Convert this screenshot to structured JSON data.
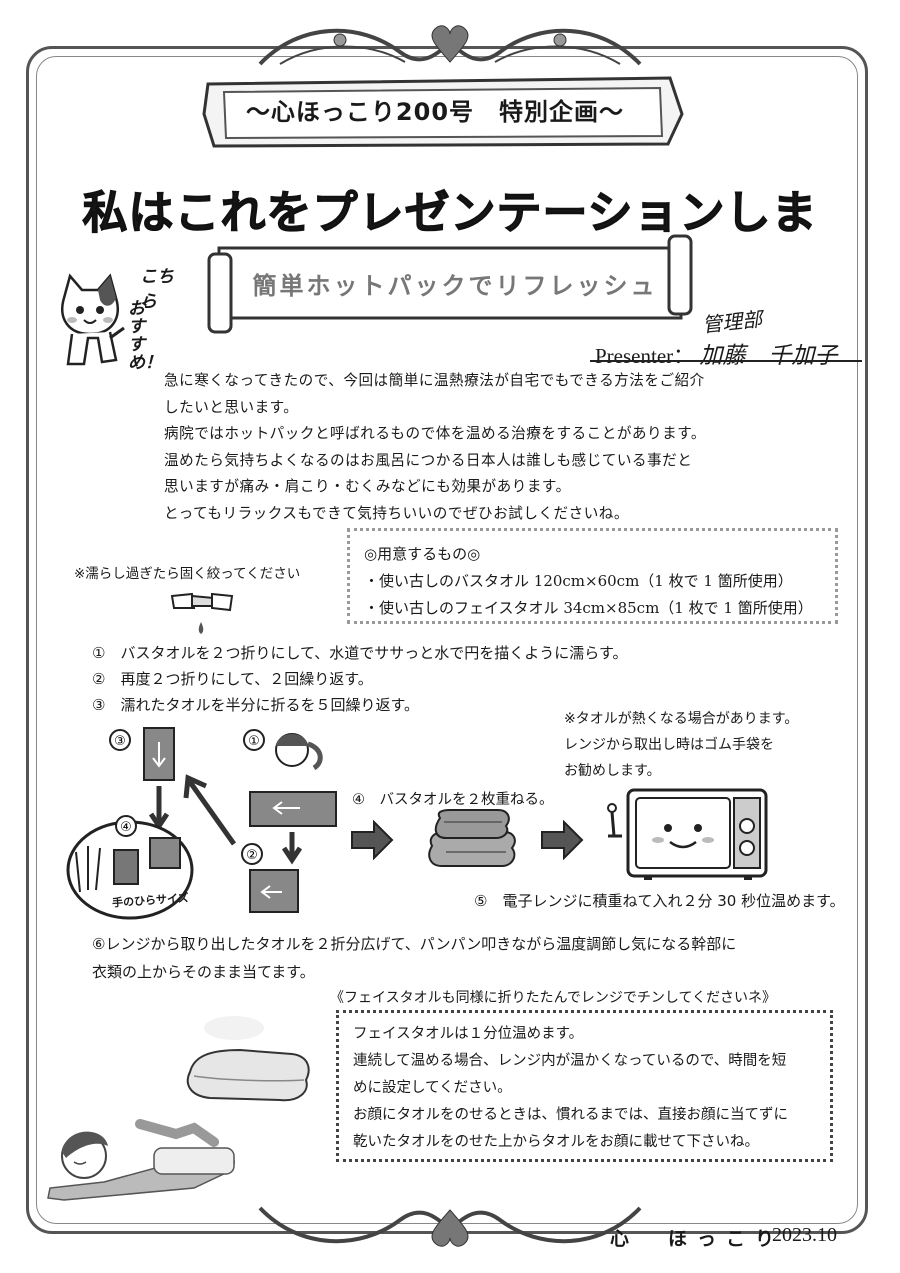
{
  "header": {
    "banner": "〜心ほっこり200号　特別企画〜",
    "title": "私はこれをプレゼンテーションします。",
    "subtitle": "簡単ホットパックでリフレッシュ",
    "cat_note_lines": [
      "こちら",
      "おすすめ！"
    ]
  },
  "presenter": {
    "label": "Presenter：",
    "name": "加藤　千加子",
    "department": "管理部"
  },
  "intro": [
    "急に寒くなってきたので、今回は簡単に温熱療法が自宅でもできる方法をご紹介",
    "したいと思います。",
    "病院ではホットパックと呼ばれるもので体を温める治療をすることがあります。",
    "温めたら気持ちよくなるのはお風呂につかる日本人は誰しも感じている事だと",
    "思いますが痛み・肩こり・むくみなどにも効果があります。",
    "とってもリラックスもできて気持ちいいのでぜひお試しくださいね。"
  ],
  "wring_note": "※濡らし過ぎたら固く絞ってください",
  "preparation": {
    "title": "◎用意するもの◎",
    "items": [
      "・使い古しのバスタオル 120cm×60cm（1 枚で 1 箇所使用）",
      "・使い古しのフェイスタオル 34cm×85cm（1 枚で 1 箇所使用）"
    ]
  },
  "steps": [
    "①　バスタオルを２つ折りにして、水道でササっと水で円を描くように濡らす。",
    "②　再度２つ折りにして、２回繰り返す。",
    "③　濡れたタオルを半分に折るを５回繰り返す。"
  ],
  "warning": [
    "※タオルが熱くなる場合があります。",
    "レンジから取出し時はゴム手袋を",
    "お勧めします。"
  ],
  "diagram": {
    "n1": "①",
    "n2": "②",
    "n3": "③",
    "n4": "④",
    "palm_label": "手のひらサイズ"
  },
  "step4": "④　バスタオルを２枚重ねる。",
  "step5": "⑤　電子レンジに積重ねて入れ２分 30 秒位温めます。",
  "step6": [
    "⑥レンジから取り出したタオルを２折分広げて、パンパン叩きながら温度調節し気になる幹部に",
    "衣類の上からそのまま当てます。"
  ],
  "face_towel": {
    "title": "《フェイスタオルも同様に折りたたんでレンジでチンしてくださいネ》",
    "lines": [
      "フェイスタオルは１分位温めます。",
      "連続して温める場合、レンジ内が温かくなっているので、時間を短",
      "めに設定してください。",
      "お顔にタオルをのせるときは、慣れるまでは、直接お顔に当てずに",
      "乾いたタオルをのせた上からタオルをお顔に載せて下さいね。"
    ]
  },
  "footer": {
    "brand": "心　ほっこり",
    "date": "2023.10"
  }
}
